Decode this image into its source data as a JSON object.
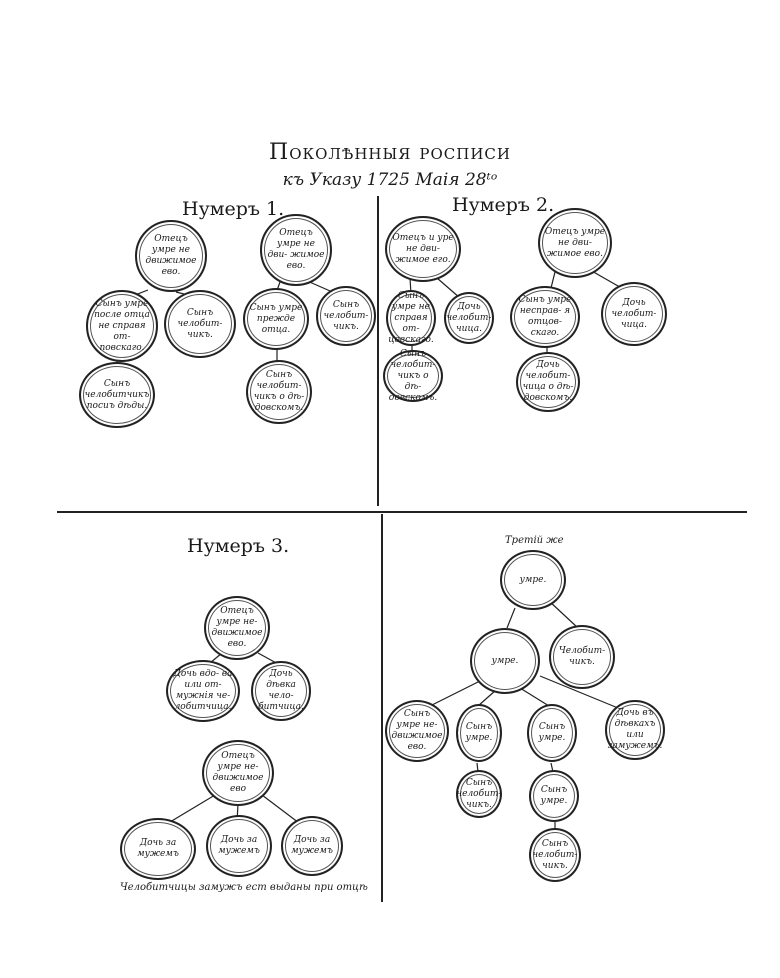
{
  "title": "Поколѣнныя росписи",
  "subtitle": "къ Указу 1725 Маія 28ᵗᵒ",
  "sections": {
    "n1": "Нумеръ 1.",
    "n2": "Нумеръ 2.",
    "n3": "Нумеръ 3."
  },
  "nodes": {
    "n1_father_a": "Отецъ умре не движимое ево.",
    "n1_son_a1": "Сынъ умре после отца не справя от- повскаго.",
    "n1_grandson_a": "Сынъ челобитчикъ посиъ дѣды.",
    "n1_son_a2": "Сынъ челобит- чикъ.",
    "n1_father_b": "Отецъ умре не дви- жимое ево.",
    "n1_son_b1": "Сынъ умре прежде отца.",
    "n1_grandson_b": "Сынъ челобит- чикъ о дѣ- довскомъ.",
    "n1_son_b2": "Сынъ челобит- чикъ.",
    "n2_father_a": "Отецъ и уре не дви- жимое его.",
    "n2_son_a1": "Сынъ умре не справя от- цовскаго.",
    "n2_grandson_a": "Сынъ челобит- чикъ о дѣ- довскомъ.",
    "n2_daughter_a": "Дочь челобит- чица.",
    "n2_father_b": "Отецъ умре не дви- жимое ево.",
    "n2_son_b1": "Сынъ умре несправ- я отцов- скаго.",
    "n2_grandson_b": "Дочь челобит- чица о дѣ- довскомъ.",
    "n2_daughter_b": "Дочь челобит- чица.",
    "n3_father_a": "Отецъ умре не- движимое ево.",
    "n3_daughter_a1": "Дочь вдо- ва или от- мужнія че- лобитчица.",
    "n3_daughter_a2": "Дочь дѣвка чело- битчица.",
    "n3_father_b": "Отецъ умре не- движимое ево",
    "n3_daughter_b1": "Дочь за мужемъ",
    "n3_daughter_b2": "Дочь за мужемъ",
    "n3_daughter_b3": "Дочь за мужемъ",
    "n4_top": "умре.",
    "n4_mid": "умре.",
    "n4_claimant": "Челобит- чикъ.",
    "n4_c1": "Сынъ умре не- движимое ево.",
    "n4_c2": "Сынъ умре.",
    "n4_c3": "Сынъ умре.",
    "n4_c4": "Дочь въ дѣвкахъ или замужемъ.",
    "n4_g2": "Сынъ челобит- чикъ.",
    "n4_g3": "Сынъ умре.",
    "n4_gg3": "Сынъ челобит- чикъ."
  },
  "notes": {
    "third": "Третій же",
    "footer": "Челобитчицы замужъ ест выданы при отцѣ"
  }
}
